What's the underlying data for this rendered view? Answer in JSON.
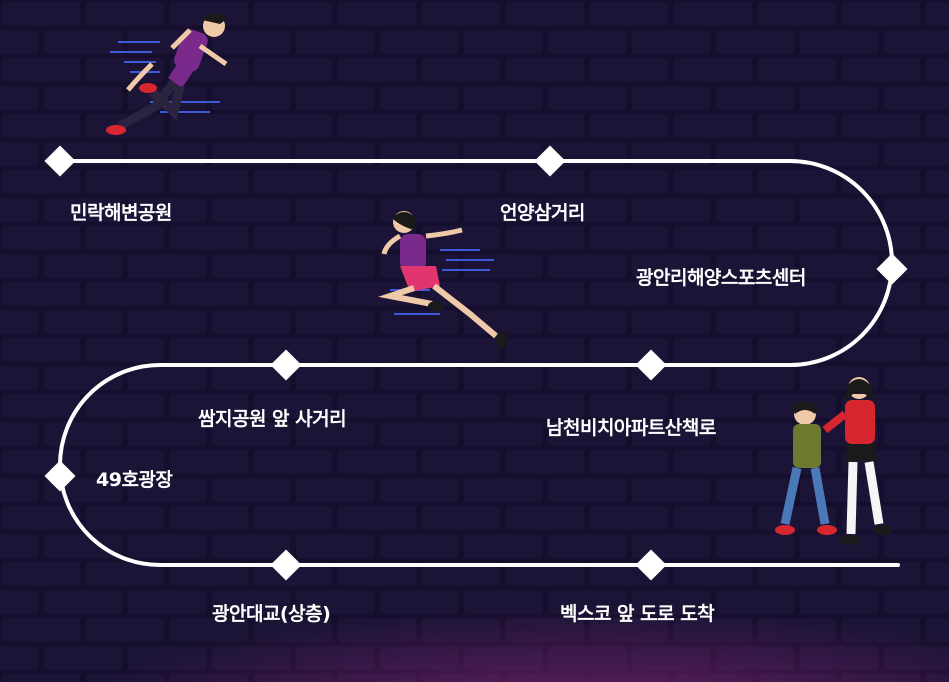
{
  "route": {
    "stops": [
      {
        "name": "민락해변공원"
      },
      {
        "name": "언양삼거리"
      },
      {
        "name": "광안리해양스포츠센터"
      },
      {
        "name": "남천비치아파트산책로"
      },
      {
        "name": "쌈지공원 앞 사거리"
      },
      {
        "name": "49호광장"
      },
      {
        "name": "광안대교(상층)"
      },
      {
        "name": "벡스코 앞 도로 도착"
      }
    ]
  },
  "colors": {
    "background": "#150e2c",
    "brick": "#1c1538",
    "path": "#ffffff",
    "runner_shirt": "#7a2a8a",
    "runner_shorts": "#e0356e",
    "jacket_red": "#d8262e",
    "jacket_green": "#6b7a2e",
    "speed_lines": "#3d5bd8"
  },
  "icons": [
    "runner-male-icon",
    "runner-female-icon",
    "couple-finish-icon"
  ]
}
